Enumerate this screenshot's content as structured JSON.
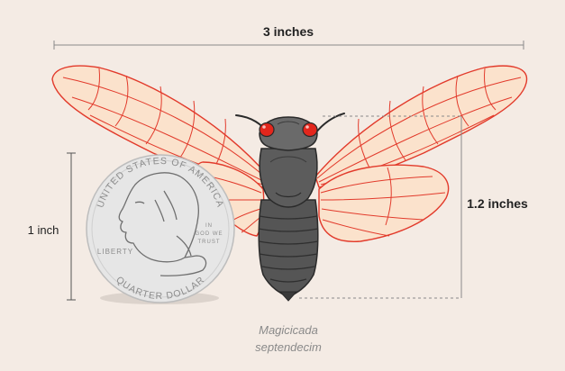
{
  "width_label": "3 inches",
  "height_label": "1.2 inches",
  "coin_label": "1 inch",
  "caption_line1": "Magicicada",
  "caption_line2": "septendecim",
  "coin": {
    "top_text": "UNITED STATES OF AMERICA",
    "bottom_text": "QUARTER DOLLAR",
    "liberty": "LIBERTY",
    "motto_1": "IN",
    "motto_2": "GOD WE",
    "motto_3": "TRUST"
  },
  "colors": {
    "background": "#f4ebe4",
    "wing_fill": "#fbe2cc",
    "wing_vein": "#e23a2b",
    "body": "#5a5a5a",
    "eye": "#e3261c",
    "coin": "#e6e6e6"
  }
}
